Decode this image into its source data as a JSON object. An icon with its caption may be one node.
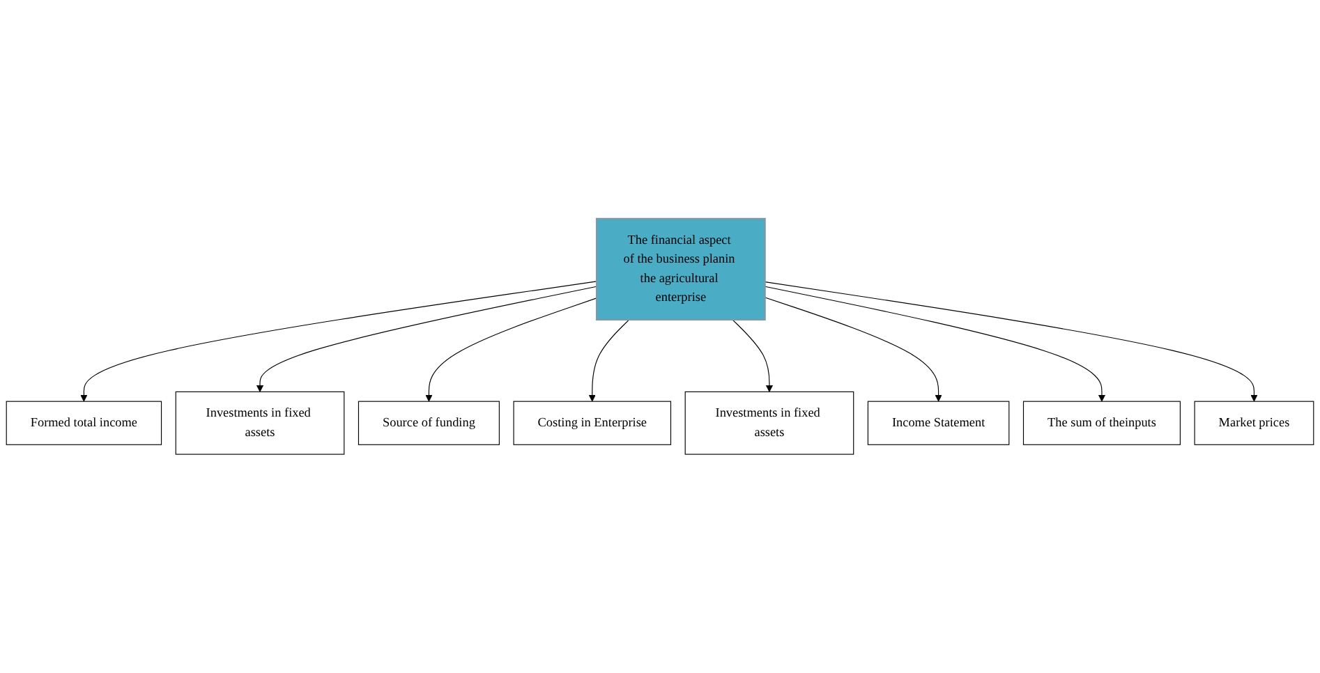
{
  "diagram": {
    "nodes": [
      {
        "text": [
          "The financial aspect of the business planin the agricultural enterprise"
        ]
      },
      {
        "text": [
          "Formed total income"
        ]
      },
      {
        "text": [
          "Investments in fixed assets"
        ]
      },
      {
        "text": [
          "Source of funding"
        ]
      },
      {
        "text": [
          "Costing in Enterprise"
        ]
      },
      {
        "text": [
          "Investments in fixed assets"
        ]
      },
      {
        "text": [
          "Income Statement"
        ]
      },
      {
        "text": [
          "The sum of theinputs"
        ]
      },
      {
        "text": [
          "Market prices"
        ]
      }
    ],
    "edges": [
      {
        "from": 0,
        "to": 1,
        "arrow": "to"
      },
      {
        "from": 0,
        "to": 2,
        "arrow": "to"
      },
      {
        "from": 0,
        "to": 3,
        "arrow": "to"
      },
      {
        "from": 0,
        "to": 4,
        "arrow": "to"
      },
      {
        "from": 0,
        "to": 5,
        "arrow": "to"
      },
      {
        "from": 0,
        "to": 6,
        "arrow": "to"
      },
      {
        "from": 0,
        "to": 7,
        "arrow": "to"
      },
      {
        "from": 0,
        "to": 8,
        "arrow": "to"
      }
    ]
  }
}
